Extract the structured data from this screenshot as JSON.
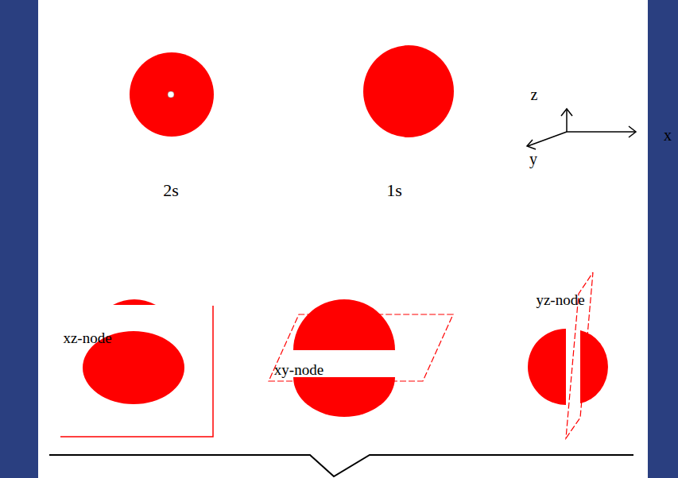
{
  "diagram": {
    "labels": [
      "2s",
      "1s",
      "z",
      "x",
      "y",
      "xz-node",
      "xy-node",
      "yz-node"
    ]
  }
}
